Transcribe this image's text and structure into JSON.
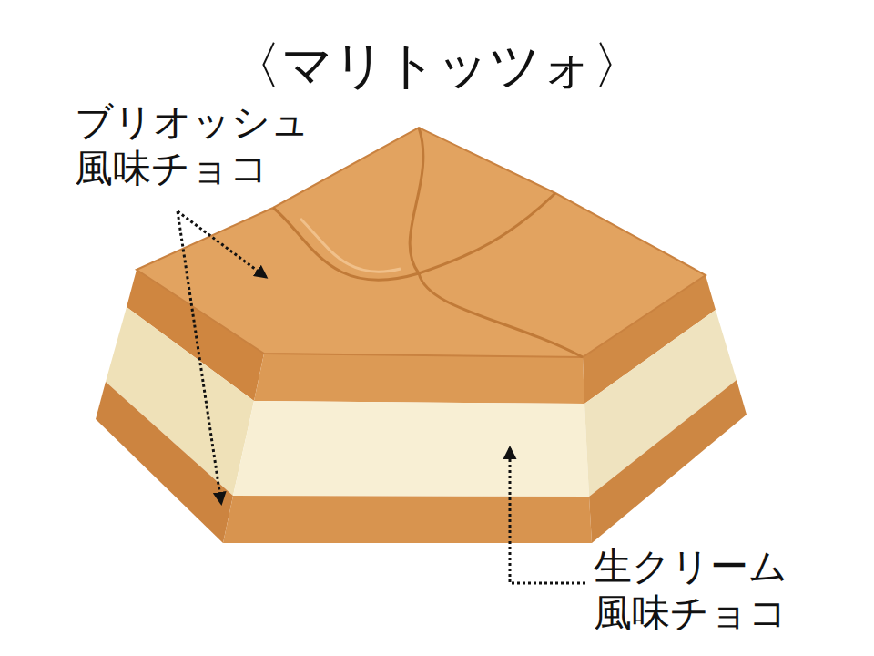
{
  "diagram": {
    "title": "〈マリトッツォ〉",
    "labels": [
      "ブリオッシュ 風味チョコ",
      "生クリーム 風味チョコ"
    ]
  }
}
